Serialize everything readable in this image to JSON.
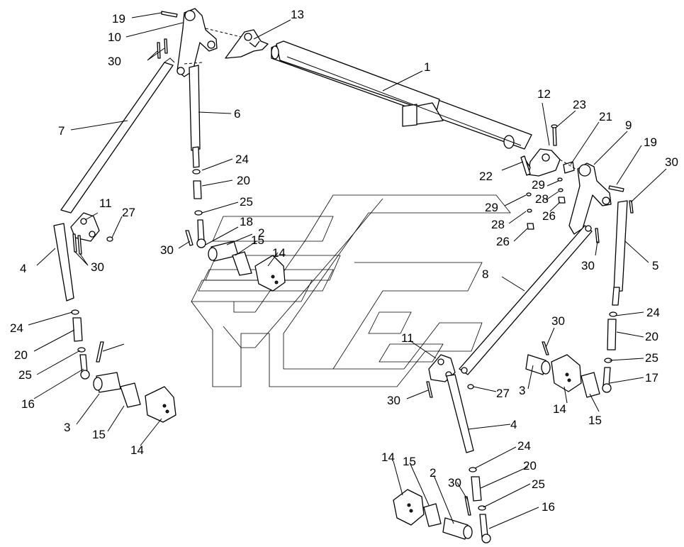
{
  "diagram": {
    "callouts": [
      {
        "id": "c19a",
        "text": "19"
      },
      {
        "id": "c10",
        "text": "10"
      },
      {
        "id": "c30a",
        "text": "30"
      },
      {
        "id": "c13",
        "text": "13"
      },
      {
        "id": "c1",
        "text": "1"
      },
      {
        "id": "c7",
        "text": "7"
      },
      {
        "id": "c6",
        "text": "6"
      },
      {
        "id": "c12",
        "text": "12"
      },
      {
        "id": "c23",
        "text": "23"
      },
      {
        "id": "c21",
        "text": "21"
      },
      {
        "id": "c9",
        "text": "9"
      },
      {
        "id": "c19b",
        "text": "19"
      },
      {
        "id": "c30b",
        "text": "30"
      },
      {
        "id": "c22",
        "text": "22"
      },
      {
        "id": "c24a",
        "text": "24"
      },
      {
        "id": "c20a",
        "text": "20"
      },
      {
        "id": "c29a",
        "text": "29"
      },
      {
        "id": "c28a",
        "text": "28"
      },
      {
        "id": "c26a",
        "text": "26"
      },
      {
        "id": "c25a",
        "text": "25"
      },
      {
        "id": "c29b",
        "text": "29"
      },
      {
        "id": "c11a",
        "text": "11"
      },
      {
        "id": "c27a",
        "text": "27"
      },
      {
        "id": "c18",
        "text": "18"
      },
      {
        "id": "c28b",
        "text": "28"
      },
      {
        "id": "c26b",
        "text": "26"
      },
      {
        "id": "c2a",
        "text": "2"
      },
      {
        "id": "c15a",
        "text": "15"
      },
      {
        "id": "c30c",
        "text": "30"
      },
      {
        "id": "c14a",
        "text": "14"
      },
      {
        "id": "c4a",
        "text": "4"
      },
      {
        "id": "c30d",
        "text": "30"
      },
      {
        "id": "c30e",
        "text": "30"
      },
      {
        "id": "c5",
        "text": "5"
      },
      {
        "id": "c8",
        "text": "8"
      },
      {
        "id": "c24b",
        "text": "24"
      },
      {
        "id": "c24c",
        "text": "24"
      },
      {
        "id": "c20b",
        "text": "20"
      },
      {
        "id": "c30f",
        "text": "30"
      },
      {
        "id": "c20c",
        "text": "20"
      },
      {
        "id": "c11b",
        "text": "11"
      },
      {
        "id": "c25b",
        "text": "25"
      },
      {
        "id": "c25c",
        "text": "25"
      },
      {
        "id": "c16a",
        "text": "16"
      },
      {
        "id": "c17",
        "text": "17"
      },
      {
        "id": "c27b",
        "text": "27"
      },
      {
        "id": "c30g",
        "text": "30"
      },
      {
        "id": "c3a",
        "text": "3"
      },
      {
        "id": "c3b",
        "text": "3"
      },
      {
        "id": "c14b",
        "text": "14"
      },
      {
        "id": "c15b",
        "text": "15"
      },
      {
        "id": "c15c",
        "text": "15"
      },
      {
        "id": "c4b",
        "text": "4"
      },
      {
        "id": "c14c",
        "text": "14"
      },
      {
        "id": "c24d",
        "text": "24"
      },
      {
        "id": "c14d",
        "text": "14"
      },
      {
        "id": "c15d",
        "text": "15"
      },
      {
        "id": "c2b",
        "text": "2"
      },
      {
        "id": "c20d",
        "text": "20"
      },
      {
        "id": "c30h",
        "text": "30"
      },
      {
        "id": "c25d",
        "text": "25"
      },
      {
        "id": "c16b",
        "text": "16"
      }
    ]
  }
}
